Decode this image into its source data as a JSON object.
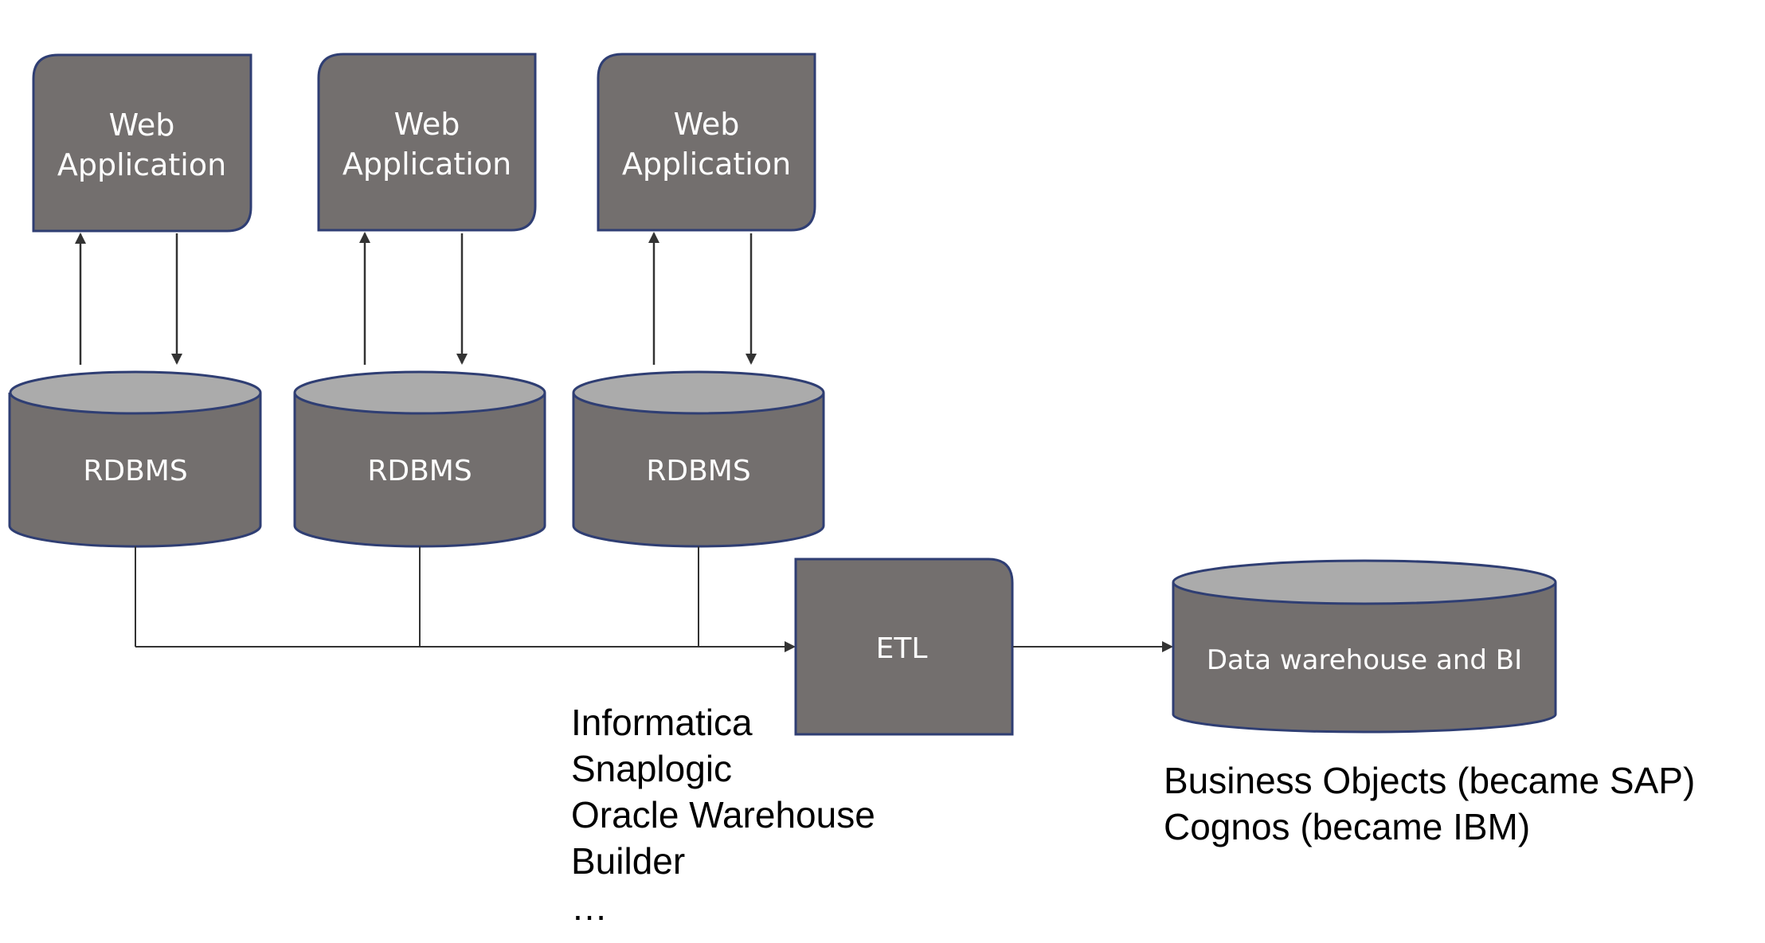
{
  "web_apps": [
    {
      "label_line1": "Web",
      "label_line2": "Application"
    },
    {
      "label_line1": "Web",
      "label_line2": "Application"
    },
    {
      "label_line1": "Web",
      "label_line2": "Application"
    }
  ],
  "databases": [
    {
      "label": "RDBMS"
    },
    {
      "label": "RDBMS"
    },
    {
      "label": "RDBMS"
    }
  ],
  "etl": {
    "label": "ETL"
  },
  "warehouse": {
    "label": "Data warehouse and BI"
  },
  "etl_tools": [
    "Informatica",
    "Snaplogic",
    "Oracle Warehouse",
    "Builder",
    "…"
  ],
  "bi_tools": [
    "Business Objects (became SAP)",
    "Cognos (became IBM)"
  ],
  "colors": {
    "box_fill": "#736f6e",
    "cylinder_top": "#ababab",
    "outline": "#2f3e73",
    "arrow": "#333333"
  }
}
